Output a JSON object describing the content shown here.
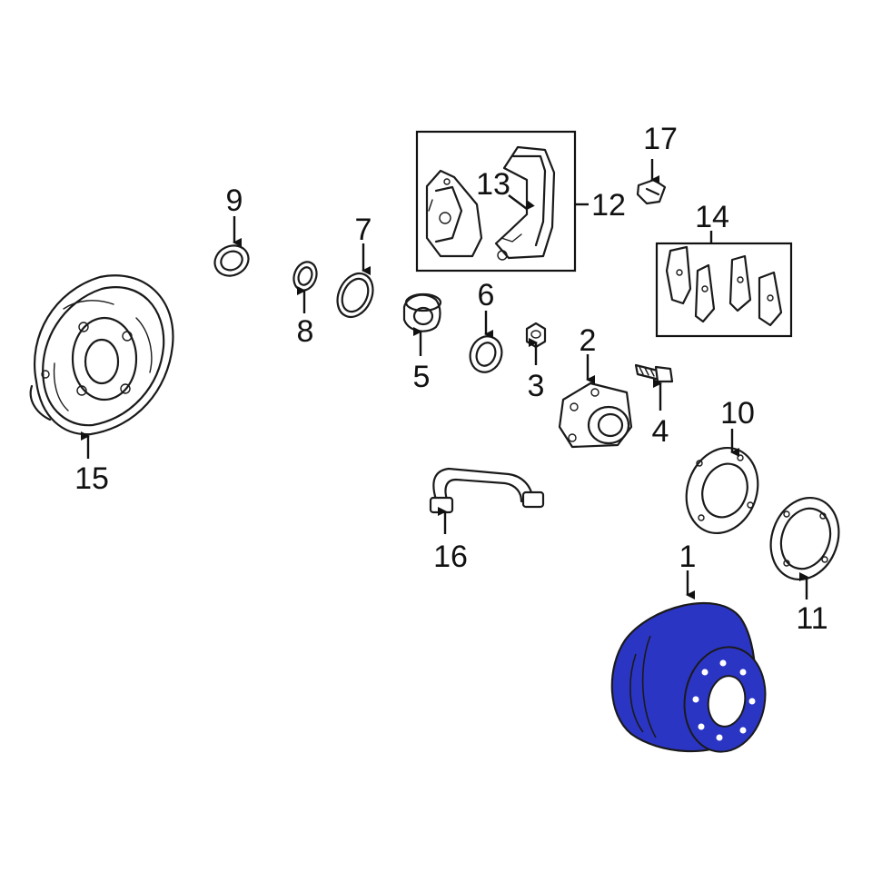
{
  "highlight_color": "#2b35c4",
  "callouts": {
    "c1": "1",
    "c2": "2",
    "c3": "3",
    "c4": "4",
    "c5": "5",
    "c6": "6",
    "c7": "7",
    "c8": "8",
    "c9": "9",
    "c10": "10",
    "c11": "11",
    "c12": "12",
    "c13": "13",
    "c14": "14",
    "c15": "15",
    "c16": "16",
    "c17": "17"
  },
  "highlighted_part": "1"
}
